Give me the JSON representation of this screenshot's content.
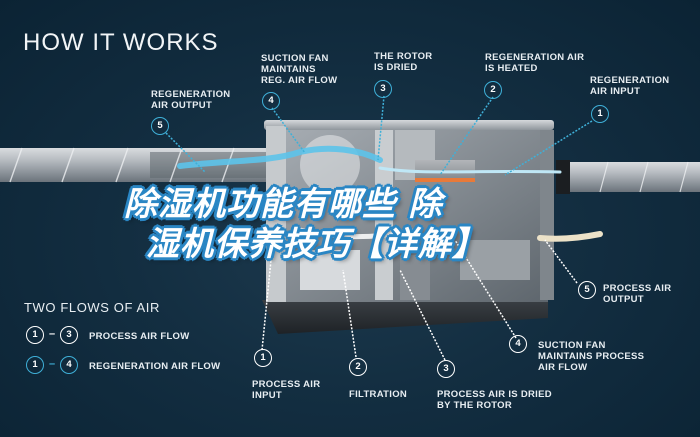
{
  "header": {
    "title": "HOW IT WORKS"
  },
  "overlay_title": {
    "line1": "除湿机功能有哪些   除",
    "line2": "湿机保养技巧【详解】"
  },
  "top_callouts": [
    {
      "number": "5",
      "text_lines": [
        "REGENERATION",
        "AIR OUTPUT"
      ],
      "flow": "regeneration"
    },
    {
      "number": "4",
      "text_lines": [
        "SUCTION FAN",
        "MAINTAINS",
        "REG. AIR FLOW"
      ],
      "flow": "regeneration"
    },
    {
      "number": "3",
      "text_lines": [
        "THE ROTOR",
        "IS DRIED"
      ],
      "flow": "regeneration"
    },
    {
      "number": "2",
      "text_lines": [
        "REGENERATION AIR",
        "IS HEATED"
      ],
      "flow": "regeneration"
    },
    {
      "number": "1",
      "text_lines": [
        "REGENERATION",
        "AIR INPUT"
      ],
      "flow": "regeneration"
    }
  ],
  "bottom_callouts": [
    {
      "number": "1",
      "text_lines": [
        "PROCESS AIR",
        "INPUT"
      ],
      "flow": "process"
    },
    {
      "number": "2",
      "text_lines": [
        "FILTRATION"
      ],
      "flow": "process"
    },
    {
      "number": "3",
      "text_lines": [
        "PROCESS AIR IS DRIED",
        "BY THE ROTOR"
      ],
      "flow": "process"
    },
    {
      "number": "4",
      "text_lines": [
        "SUCTION FAN",
        "MAINTAINS PROCESS",
        "AIR FLOW"
      ],
      "flow": "process"
    },
    {
      "number": "5",
      "text_lines": [
        "PROCESS AIR",
        "OUTPUT"
      ],
      "flow": "process"
    }
  ],
  "legend": {
    "title": "TWO FLOWS OF AIR",
    "items": [
      {
        "from": "1",
        "to": "3",
        "separator": "–",
        "label": "PROCESS AIR FLOW",
        "color": "#ffffff"
      },
      {
        "from": "1",
        "to": "4",
        "separator": "–",
        "label": "REGENERATION AIR FLOW",
        "color": "#3fb0d8"
      }
    ]
  },
  "colors": {
    "background": "#0c2536",
    "regeneration_flow": "#3fb0d8",
    "process_flow": "#ffffff",
    "title_outline": "#2a86c4",
    "heater": "#e87a3a"
  }
}
